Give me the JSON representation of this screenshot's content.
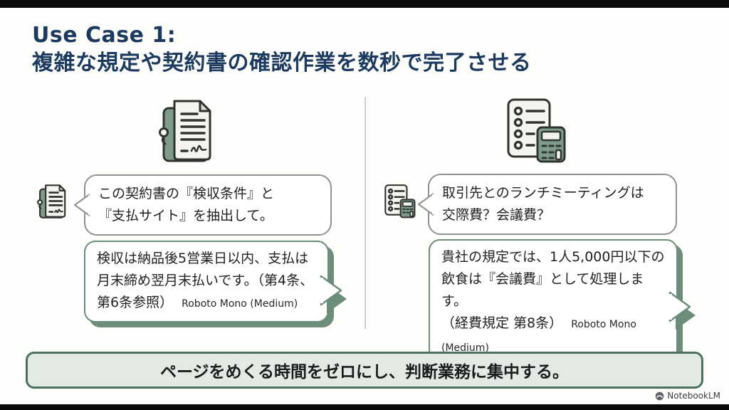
{
  "page": {
    "title_line1": "Use Case 1:",
    "title_line2": "複雑な規定や契約書の確認作業を数秒で完了させる"
  },
  "colors": {
    "title_navy": "#1c3a5e",
    "sage_green": "#6e8c7a",
    "icon_green": "#7f9b89",
    "banner_background": "#e3eae3",
    "banner_border": "#4d6f5f",
    "question_border_gray": "#8d9297",
    "text_dark": "#202124"
  },
  "icons": {
    "left_main": "contract-document-icon",
    "left_small": "contract-document-icon",
    "right_main": "checklist-calculator-icon",
    "right_small": "checklist-calculator-icon",
    "footer": "notebooklm-logo-icon"
  },
  "left_case": {
    "question_lines": {
      "0": "この契約書の『検収条件』と",
      "1": "『支払サイト』を抽出して。"
    },
    "answer_lines": {
      "0": "検収は納品後5営業日以内、支払は",
      "1": "月末締め翌月末払いです。（第4条、",
      "2": "第6条参照）"
    },
    "answer_font_note": "Roboto Mono (Medium)"
  },
  "right_case": {
    "question_lines": {
      "0": "取引先とのランチミーティングは",
      "1": "交際費？会議費？"
    },
    "answer_lines": {
      "0": "貴社の規定では、1人5,000円以下の",
      "1": "飲食は『会議費』として処理します。",
      "2": "（経費規定 第8条）"
    },
    "answer_font_note": "Roboto Mono (Medium)"
  },
  "banner": {
    "text": "ページをめくる時間をゼロにし、判断業務に集中する。"
  },
  "footer": {
    "brand": "NotebookLM"
  }
}
